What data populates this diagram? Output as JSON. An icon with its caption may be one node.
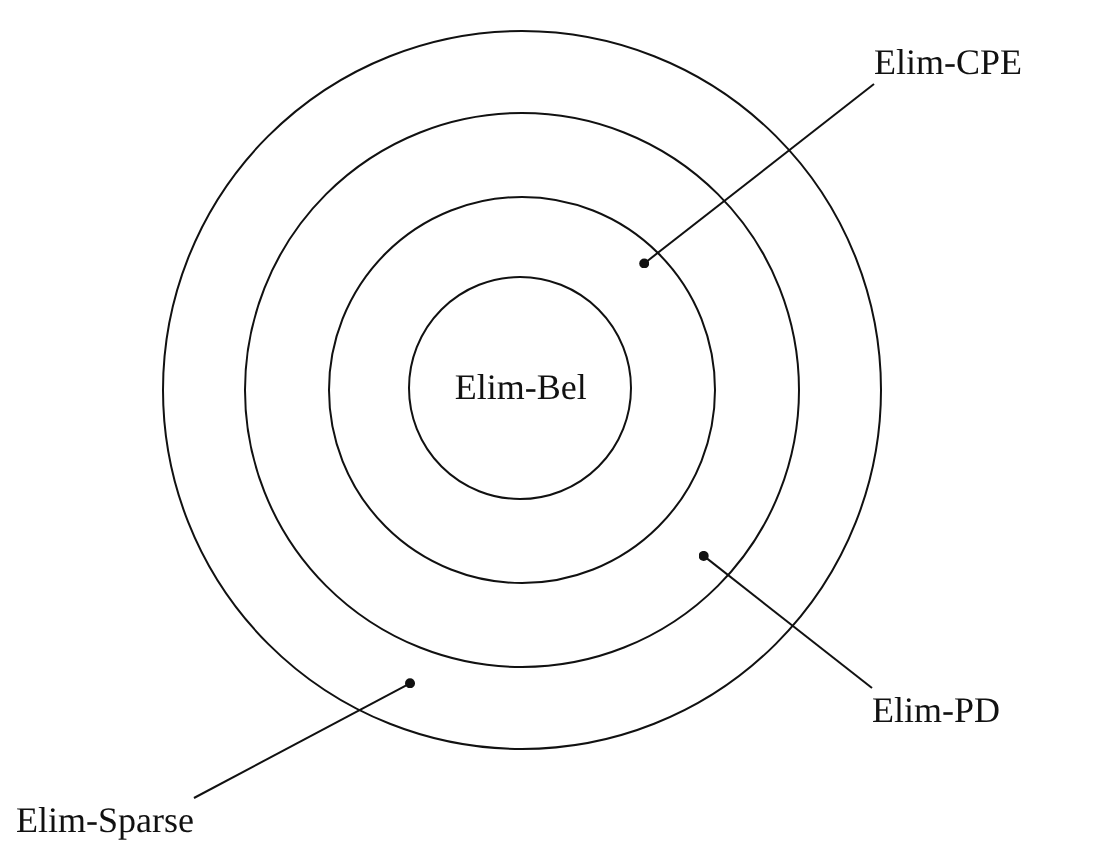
{
  "diagram": {
    "nodes": [
      {
        "text": [],
        "shape": "circle"
      },
      {
        "text": [],
        "shape": "circle",
        "in": 0
      },
      {
        "text": [],
        "shape": "circle",
        "in": 1
      },
      {
        "text": [
          "Elim-Bel"
        ],
        "in": 2
      },
      {
        "text": [
          "Elim-CPE"
        ]
      },
      {
        "text": [
          "Elim-PD"
        ]
      },
      {
        "text": [
          "Elim-Sparse"
        ]
      }
    ],
    "edges": [
      {
        "from": 4,
        "to": 2,
        "arrow": "other"
      },
      {
        "from": 5,
        "to": 1,
        "arrow": "other"
      },
      {
        "from": 6,
        "to": 0,
        "arrow": "other"
      }
    ]
  }
}
